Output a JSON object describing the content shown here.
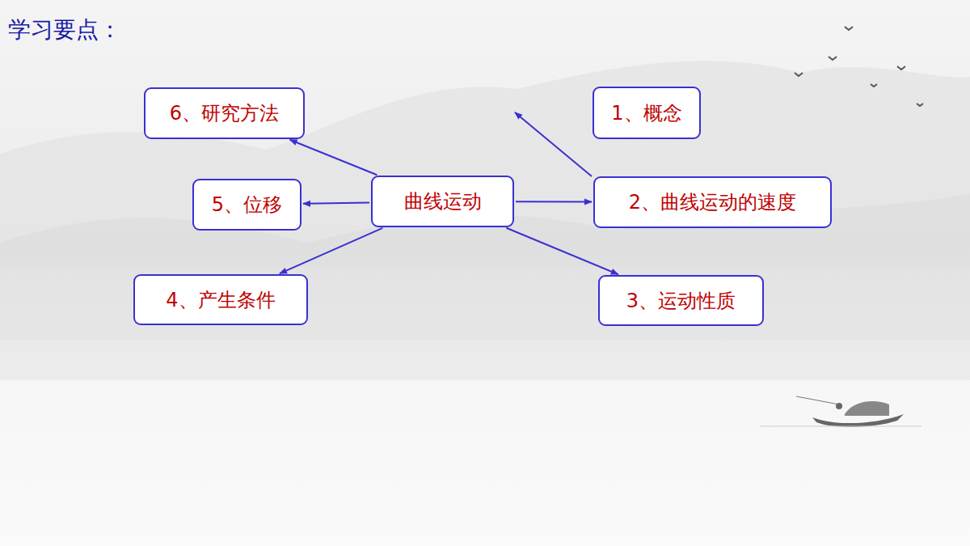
{
  "diagram": {
    "title": "学习要点：",
    "nodes": [
      {
        "text": [
          "6、研究方法"
        ]
      },
      {
        "text": [
          "1、概念"
        ]
      },
      {
        "text": [
          "5、位移"
        ]
      },
      {
        "text": [
          "曲线运动"
        ]
      },
      {
        "text": [
          "2、曲线运动的速度"
        ]
      },
      {
        "text": [
          "4、产生条件"
        ]
      },
      {
        "text": [
          "3、运动性质"
        ]
      }
    ],
    "edges": [
      {
        "from": 3,
        "to": 0,
        "arrow": "to"
      },
      {
        "from": 3,
        "to": 2,
        "arrow": "to"
      },
      {
        "from": 3,
        "to": 5,
        "arrow": "to"
      },
      {
        "from": 3,
        "to": 4,
        "arrow": "to"
      },
      {
        "from": 3,
        "to": 6,
        "arrow": "to"
      }
    ]
  }
}
